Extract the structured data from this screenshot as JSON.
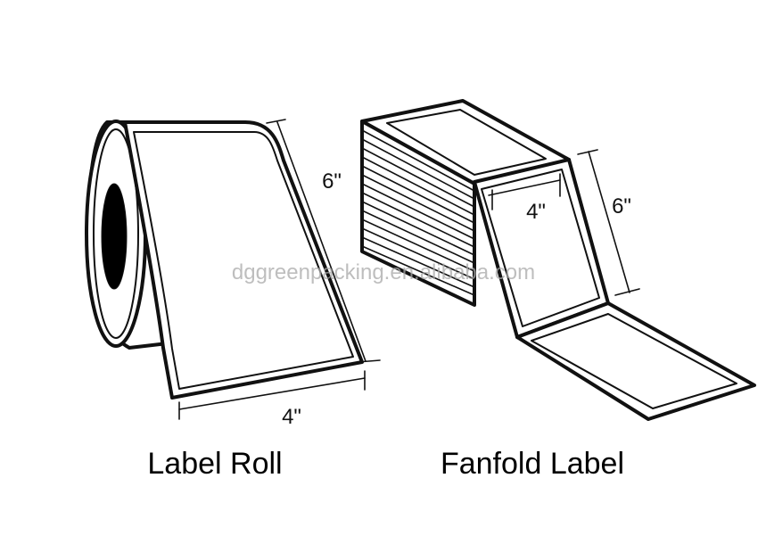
{
  "labels": {
    "roll_width": "4\"",
    "roll_height": "6\"",
    "fanfold_width": "4\"",
    "fanfold_height": "6\""
  },
  "captions": {
    "roll": "Label Roll",
    "fanfold": "Fanfold Label"
  },
  "watermark": "dggreenpacking.en.alibaba.com",
  "colors": {
    "line": "#111111",
    "background": "#ffffff",
    "core": "#000000",
    "watermark": "#a9a9a9"
  }
}
